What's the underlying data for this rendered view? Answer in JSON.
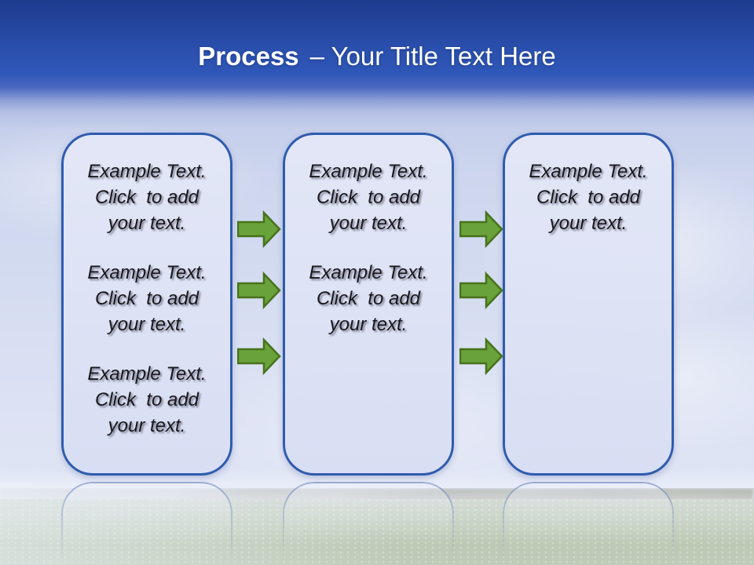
{
  "slide": {
    "title": {
      "bold": "Process",
      "rest": "– Your Title Text Here"
    }
  },
  "boxes": [
    {
      "name": "step-1",
      "blocks": [
        {
          "lines": [
            "Example Text.",
            "Click  to add",
            "your text."
          ]
        },
        {
          "lines": [
            "Example Text.",
            "Click  to add",
            "your text."
          ]
        },
        {
          "lines": [
            "Example Text.",
            "Click  to add",
            "your text."
          ]
        }
      ]
    },
    {
      "name": "step-2",
      "blocks": [
        {
          "lines": [
            "Example Text.",
            "Click  to add",
            "your text."
          ]
        },
        {
          "lines": [
            "Example Text.",
            "Click  to add",
            "your text."
          ]
        }
      ]
    },
    {
      "name": "step-3",
      "blocks": [
        {
          "lines": [
            "Example Text.",
            "Click  to add",
            "your text."
          ]
        }
      ]
    }
  ],
  "arrows": {
    "direction": "right",
    "per_gap": 3,
    "gaps": 2
  },
  "colors": {
    "header_blue_top": "#1e3b8d",
    "header_blue": "#2f57b8",
    "sky_light": "#d8dff2",
    "grass_green": "#b9c7b1",
    "box_fill": "#dee3f5",
    "box_border": "#2e5bae",
    "arrow_fill": "#69a23b",
    "arrow_border": "#47721c",
    "title_text": "#ffffff",
    "body_text": "#17171c"
  }
}
